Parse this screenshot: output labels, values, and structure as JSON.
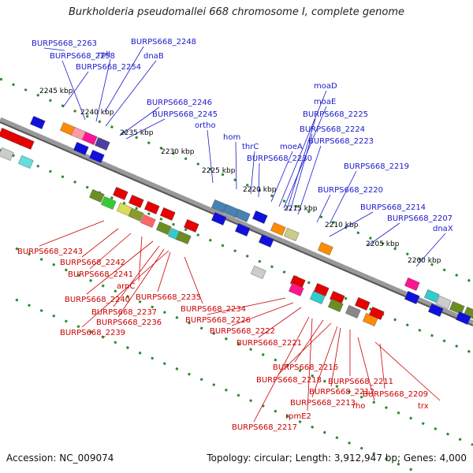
{
  "header": {
    "title": "Burkholderia pseudomallei 668 chromosome I, complete genome"
  },
  "footer": {
    "accession": "Accession: NC_009074",
    "summary": "Topology: circular; Length: 3,912,947 bp; Genes: 4,000"
  },
  "colors": {
    "top_labels": "#1a1acc",
    "bottom_labels": "#cc0000",
    "axis": "#888888",
    "ticks": "#2a8a2a"
  },
  "kbp_ticks": [
    "2245 kbp",
    "2240 kbp",
    "2235 kbp",
    "2230 kbp",
    "2225 kbp",
    "2220 kbp",
    "2215 kbp",
    "2210 kbp",
    "2205 kbp",
    "2200 kbp"
  ],
  "top_labels": [
    "BURPS668_2263",
    "BURPS668_2248",
    "BURPS668_2258",
    "rplI",
    "dnaB",
    "BURPS668_2254",
    "BURPS668_2246",
    "BURPS668_2245",
    "ortho",
    "hom",
    "thrC",
    "BURPS668_2230",
    "moeA",
    "moaD",
    "moaE",
    "BURPS668_2225",
    "BURPS668_2224",
    "BURPS668_2223",
    "BURPS668_2219",
    "BURPS668_2220",
    "BURPS668_2214",
    "BURPS668_2207",
    "dnaX"
  ],
  "bottom_labels": [
    "BURPS668_2243",
    "BURPS668_2242",
    "BURPS668_2241",
    "arnC",
    "BURPS668_2240",
    "BURPS668_2235",
    "BURPS668_2237",
    "BURPS668_2236",
    "BURPS668_2239",
    "BURPS668_2234",
    "BURPS668_2226",
    "BURPS668_2222",
    "BURPS668_2221",
    "BURPS668_2216",
    "BURPS668_2218",
    "BURPS668_2211",
    "BURPS668_2212",
    "BURPS668_2209",
    "BURPS668_2213",
    "rho",
    "trx",
    "rpmE2",
    "BURPS668_2217"
  ]
}
